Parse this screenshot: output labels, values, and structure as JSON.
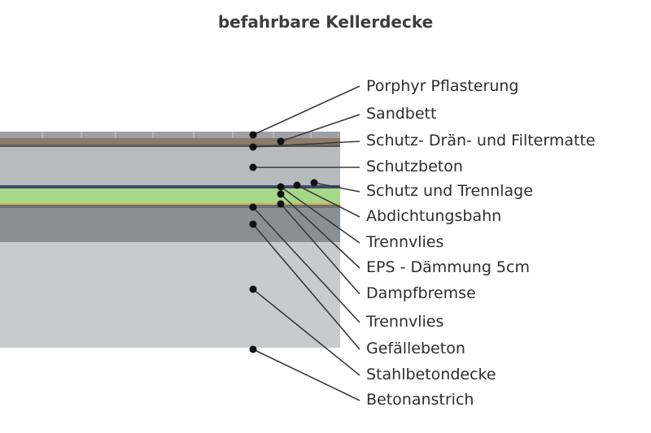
{
  "title": "befahrbare Kellerdecke",
  "labels": [
    "Porphyr Pflasterung",
    "Sandbett",
    "Schutz- Drän- und Filtermatte",
    "Schutzbeton",
    "Schutz und Trennlage",
    "Abdichtungsbahn",
    "Trennvlies",
    "EPS - Dämmung 5cm",
    "Dampfbremse",
    "Trennvlies",
    "Gefällebeton",
    "Stahlbetondecke",
    "Betonanstrich"
  ],
  "colors": {
    "paving": "#9d9fa4",
    "sand": "#8a7a66",
    "protective_concrete": "#b9bcbf",
    "insulation": "#a6d88a",
    "slope_concrete": "#8a8d90",
    "slab": "#c9cbcd",
    "leader": "#3a3a3a"
  }
}
